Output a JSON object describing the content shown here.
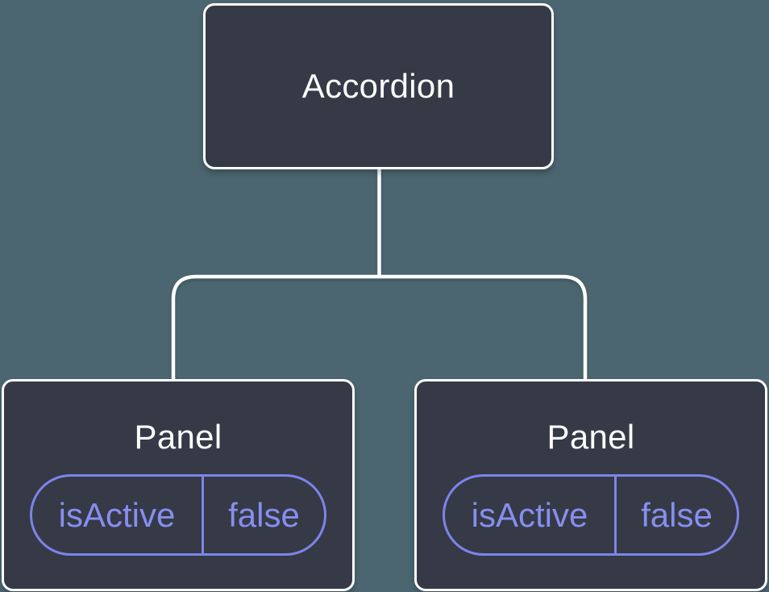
{
  "tree": {
    "root": {
      "label": "Accordion"
    },
    "children": [
      {
        "label": "Panel",
        "props": [
          {
            "name": "isActive",
            "value": "false"
          }
        ]
      },
      {
        "label": "Panel",
        "props": [
          {
            "name": "isActive",
            "value": "false"
          }
        ]
      }
    ]
  },
  "colors": {
    "background": "#4B6670",
    "node_fill": "#353A46",
    "node_border": "#FFFFFF",
    "node_title": "#FCFCFC",
    "connector": "#FFFFFF",
    "prop_border": "#7C84EA",
    "prop_text": "#878EF0"
  }
}
